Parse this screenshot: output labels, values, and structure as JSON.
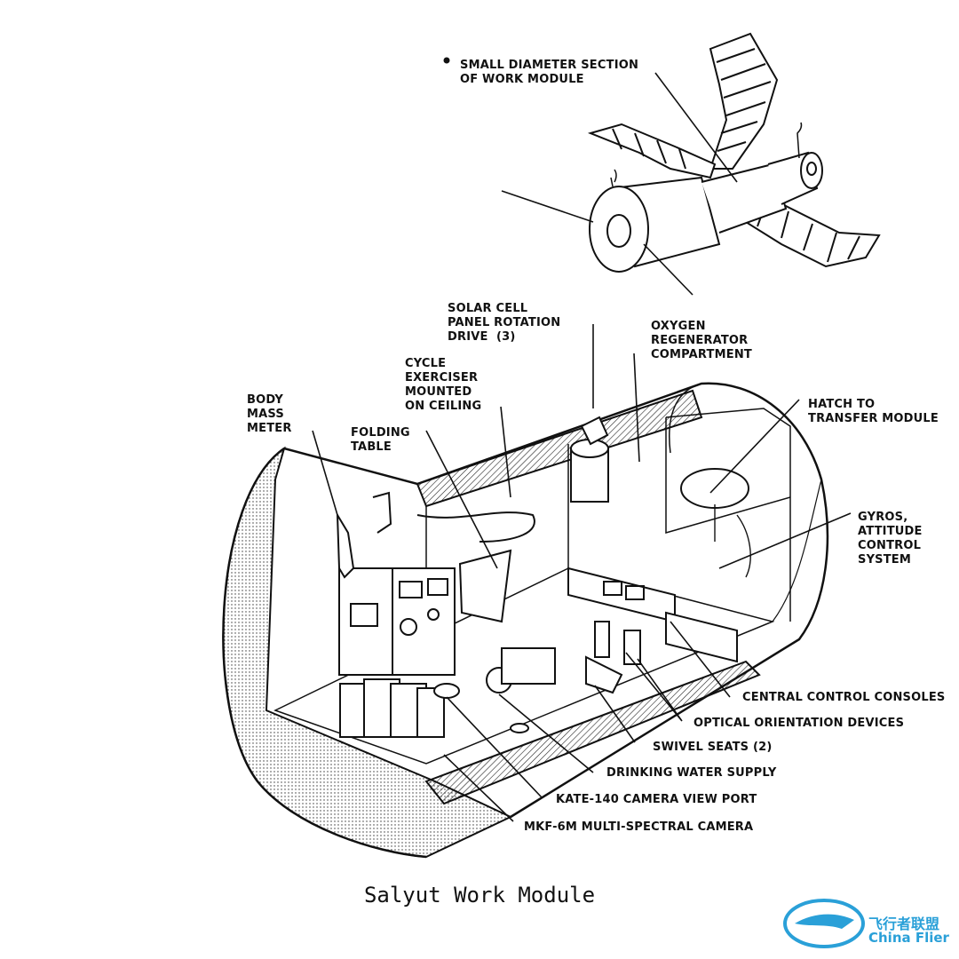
{
  "labels": {
    "small_diameter": "SMALL DIAMETER SECTION\nOF WORK MODULE",
    "solar_cell": "SOLAR CELL\nPANEL ROTATION\nDRIVE  (3)",
    "oxygen": "OXYGEN\nREGENERATOR\nCOMPARTMENT",
    "cycle": "CYCLE\nEXERCISER\nMOUNTED\nON CEILING",
    "body_mass": "BODY\nMASS\nMETER",
    "folding_table": "FOLDING\nTABLE",
    "hatch": "HATCH TO\nTRANSFER MODULE",
    "gyros": "GYROS,\nATTITUDE\nCONTROL\nSYSTEM",
    "central_control": "CENTRAL CONTROL CONSOLES",
    "optical": "OPTICAL ORIENTATION DEVICES",
    "swivel": "SWIVEL SEATS (2)",
    "drinking_water": "DRINKING WATER SUPPLY",
    "kate": "KATE-140 CAMERA VIEW PORT",
    "mkf": "MKF-6M MULTI-SPECTRAL CAMERA"
  },
  "caption": "Salyut Work Module",
  "watermark": {
    "line1": "飞行者联盟",
    "line2": "China Flier",
    "color": "#2aa0d8"
  }
}
